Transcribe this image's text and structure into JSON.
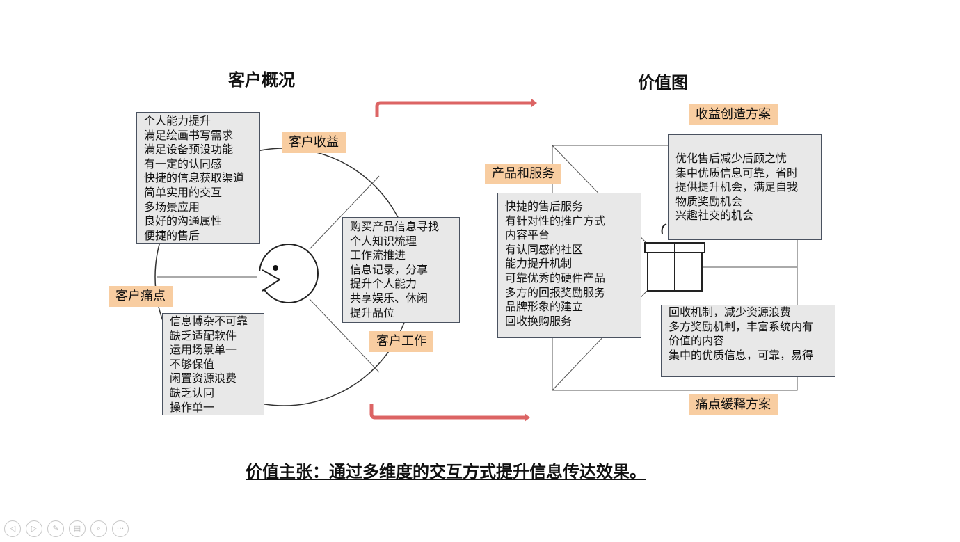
{
  "titles": {
    "left": "客户概况",
    "right": "价值图"
  },
  "tags": {
    "gains": "客户收益",
    "pains": "客户痛点",
    "jobs": "客户工作",
    "products": "产品和服务",
    "gain_creators": "收益创造方案",
    "pain_relievers": "痛点缓释方案"
  },
  "gains_list": [
    "个人能力提升",
    "满足绘画书写需求",
    "满足设备预设功能",
    "有一定的认同感",
    "快捷的信息获取渠道",
    "简单实用的交互",
    "多场景应用",
    "良好的沟通属性",
    "便捷的售后"
  ],
  "pains_list": [
    "信息博杂不可靠",
    "缺乏适配软件",
    "运用场景单一",
    "不够保值",
    "闲置资源浪费",
    "缺乏认同",
    "操作单一"
  ],
  "jobs_list": [
    "购买产品信息寻找",
    "个人知识梳理",
    "工作流推进",
    "信息记录，分享",
    "提升个人能力",
    "共享娱乐、休闲",
    "提升品位"
  ],
  "products_list": [
    "快捷的售后服务",
    "有针对性的推广方式",
    "内容平台",
    "有认同感的社区",
    "能力提升机制",
    "可靠优秀的硬件产品",
    "多方的回报奖励服务",
    "品牌形象的建立",
    "回收换购服务"
  ],
  "gain_creators_list": [
    "优化售后减少后顾之忧",
    "集中优质信息可靠，省时",
    "提供提升机会，满足自我",
    "物质奖励机会",
    "兴趣社交的机会"
  ],
  "pain_relievers_list": [
    "回收机制，减少资源浪费",
    "多方奖励机制，丰富系统内有",
    "价值的内容",
    "集中的优质信息，可靠，易得"
  ],
  "value_proposition": "价值主张：通过多维度的交互方式提升信息传达效果。",
  "colors": {
    "tag": "#f8cda1",
    "box": "#e8e8e8",
    "arrow": "#dc6464",
    "line": "#3a3a3a"
  },
  "controls": [
    "prev-icon",
    "next-icon",
    "pen-icon",
    "slides-icon",
    "zoom-icon",
    "more-icon"
  ]
}
